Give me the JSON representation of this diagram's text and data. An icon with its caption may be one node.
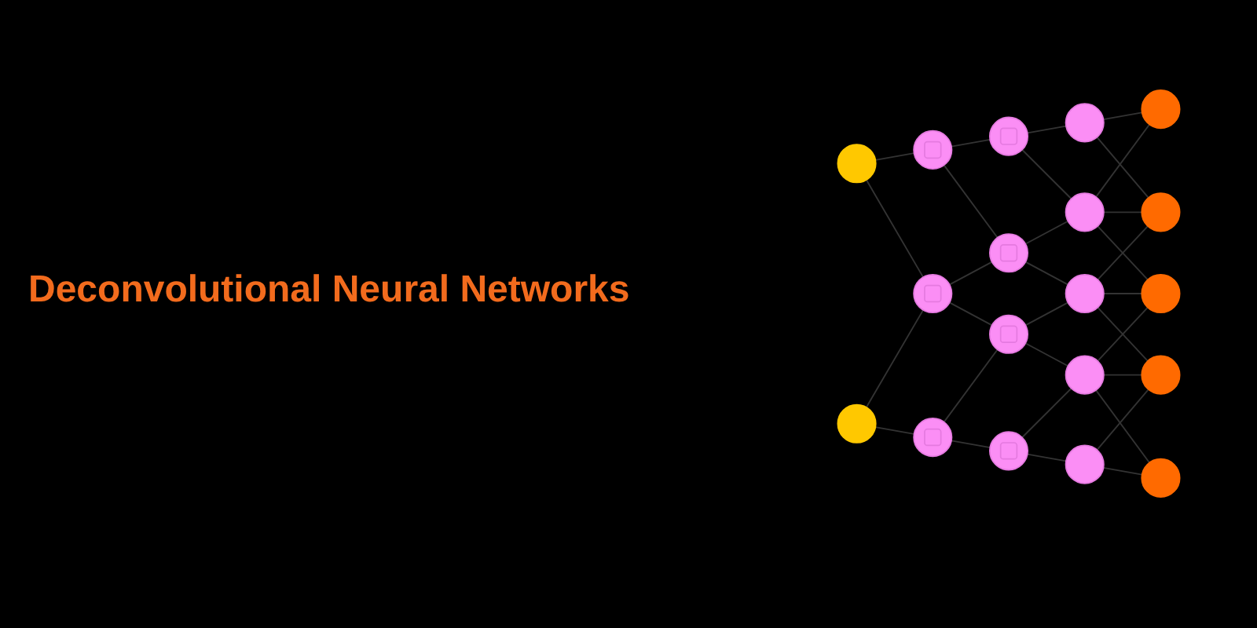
{
  "diagram": {
    "title": "Deconvolutional Neural Networks",
    "nodes": [
      {
        "text": [],
        "shape": "circle"
      },
      {
        "text": [],
        "shape": "circle"
      },
      {
        "text": [],
        "shape": "circle"
      },
      {
        "text": [],
        "shape": "circle"
      },
      {
        "text": [],
        "shape": "circle"
      },
      {
        "text": [],
        "shape": "circle"
      },
      {
        "text": [],
        "shape": "circle"
      },
      {
        "text": [],
        "shape": "circle"
      },
      {
        "text": [],
        "shape": "circle"
      },
      {
        "text": [],
        "shape": "circle"
      },
      {
        "text": [],
        "shape": "circle"
      },
      {
        "text": [],
        "shape": "circle"
      },
      {
        "text": [],
        "shape": "circle"
      },
      {
        "text": [],
        "shape": "circle"
      },
      {
        "text": [],
        "shape": "circle"
      },
      {
        "text": [],
        "shape": "circle"
      },
      {
        "text": [],
        "shape": "circle"
      },
      {
        "text": [],
        "shape": "circle"
      },
      {
        "text": [],
        "shape": "circle"
      }
    ],
    "edges": [
      {
        "from": 0,
        "to": 2,
        "arrow": "none"
      },
      {
        "from": 0,
        "to": 3,
        "arrow": "none"
      },
      {
        "from": 1,
        "to": 3,
        "arrow": "none"
      },
      {
        "from": 1,
        "to": 4,
        "arrow": "none"
      },
      {
        "from": 2,
        "to": 5,
        "arrow": "none"
      },
      {
        "from": 2,
        "to": 6,
        "arrow": "none"
      },
      {
        "from": 3,
        "to": 6,
        "arrow": "none"
      },
      {
        "from": 3,
        "to": 7,
        "arrow": "none"
      },
      {
        "from": 4,
        "to": 7,
        "arrow": "none"
      },
      {
        "from": 4,
        "to": 8,
        "arrow": "none"
      },
      {
        "from": 5,
        "to": 9,
        "arrow": "none"
      },
      {
        "from": 5,
        "to": 10,
        "arrow": "none"
      },
      {
        "from": 6,
        "to": 10,
        "arrow": "none"
      },
      {
        "from": 6,
        "to": 11,
        "arrow": "none"
      },
      {
        "from": 7,
        "to": 11,
        "arrow": "none"
      },
      {
        "from": 7,
        "to": 12,
        "arrow": "none"
      },
      {
        "from": 8,
        "to": 12,
        "arrow": "none"
      },
      {
        "from": 8,
        "to": 13,
        "arrow": "none"
      },
      {
        "from": 9,
        "to": 14,
        "arrow": "none"
      },
      {
        "from": 9,
        "to": 15,
        "arrow": "none"
      },
      {
        "from": 10,
        "to": 14,
        "arrow": "none"
      },
      {
        "from": 10,
        "to": 15,
        "arrow": "none"
      },
      {
        "from": 10,
        "to": 16,
        "arrow": "none"
      },
      {
        "from": 11,
        "to": 15,
        "arrow": "none"
      },
      {
        "from": 11,
        "to": 16,
        "arrow": "none"
      },
      {
        "from": 11,
        "to": 17,
        "arrow": "none"
      },
      {
        "from": 12,
        "to": 16,
        "arrow": "none"
      },
      {
        "from": 12,
        "to": 17,
        "arrow": "none"
      },
      {
        "from": 12,
        "to": 18,
        "arrow": "none"
      },
      {
        "from": 13,
        "to": 17,
        "arrow": "none"
      },
      {
        "from": 13,
        "to": 18,
        "arrow": "none"
      }
    ]
  }
}
